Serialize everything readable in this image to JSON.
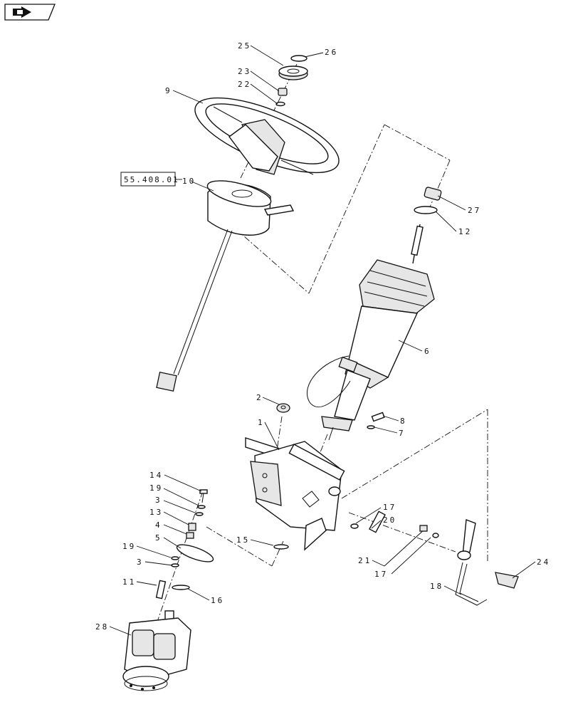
{
  "nav_icon": {
    "name": "back-arrow-icon"
  },
  "reference_box": "55.408.01",
  "callouts": [
    "25",
    "26",
    "23",
    "22",
    "9",
    "10",
    "27",
    "12",
    "6",
    "2",
    "8",
    "7",
    "1",
    "14",
    "19",
    "3",
    "13",
    "4",
    "5",
    "15",
    "17",
    "20",
    "19",
    "3",
    "21",
    "17",
    "24",
    "11",
    "16",
    "18",
    "28"
  ]
}
